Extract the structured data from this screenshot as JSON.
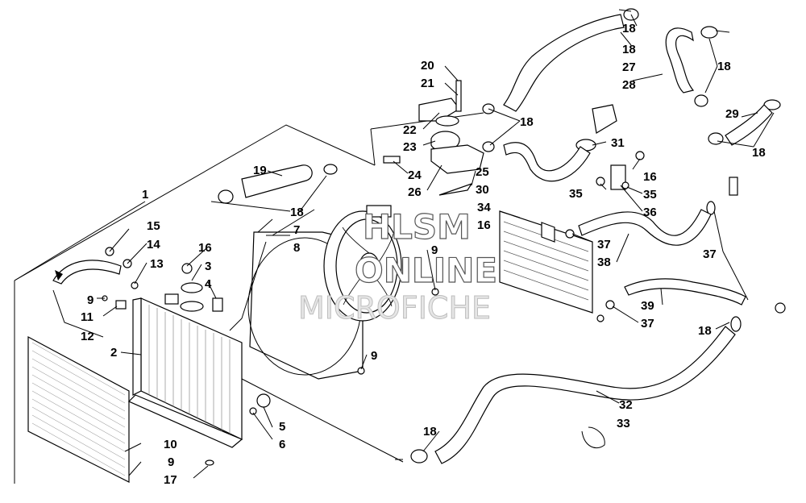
{
  "watermark": {
    "line1": "HLSM",
    "line2": "ONLINE",
    "line3": "MICROFICHE"
  },
  "callouts": {
    "c1": "1",
    "c2": "2",
    "c3": "3",
    "c4": "4",
    "c5": "5",
    "c6": "6",
    "c7": "7",
    "c8": "8",
    "c9a": "9",
    "c9b": "9",
    "c9c": "9",
    "c9d": "9",
    "c10": "10",
    "c11": "11",
    "c12": "12",
    "c13": "13",
    "c14": "14",
    "c15": "15",
    "c16a": "16",
    "c16b": "16",
    "c16c": "16",
    "c17": "17",
    "c18a": "18",
    "c18b": "18",
    "c18c": "18",
    "c18d": "18",
    "c18e": "18",
    "c18f": "18",
    "c18g": "18",
    "c18h": "18",
    "c19": "19",
    "c20": "20",
    "c21": "21",
    "c22": "22",
    "c23": "23",
    "c24": "24",
    "c25": "25",
    "c26": "26",
    "c27": "27",
    "c28": "28",
    "c29": "29",
    "c30": "30",
    "c31": "31",
    "c32": "32",
    "c33": "33",
    "c34": "34",
    "c35a": "35",
    "c35b": "35",
    "c36": "36",
    "c37a": "37",
    "c37b": "37",
    "c37c": "37",
    "c38": "38",
    "c39": "39"
  }
}
